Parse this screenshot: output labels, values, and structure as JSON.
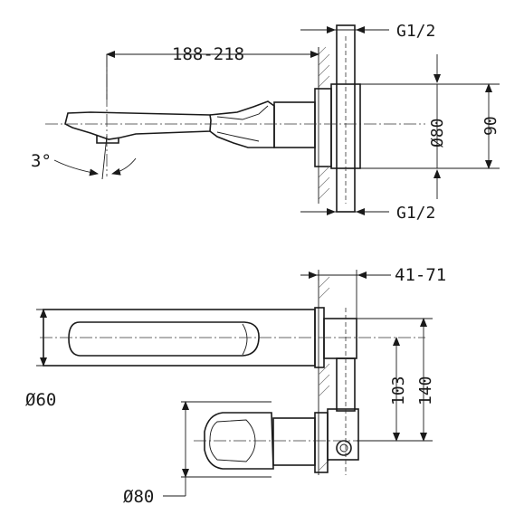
{
  "side_view": {
    "projection_length": "188-218",
    "inlet_top": "G1/2",
    "inlet_bottom": "G1/2",
    "plate_diameter": "Ø80",
    "plate_height": "90",
    "spout_angle": "3°"
  },
  "top_view": {
    "wall_depth": "41-71",
    "spout_diameter": "Ø60",
    "handle_diameter": "Ø80",
    "spacing_centers": "103",
    "overall_height": "140"
  }
}
